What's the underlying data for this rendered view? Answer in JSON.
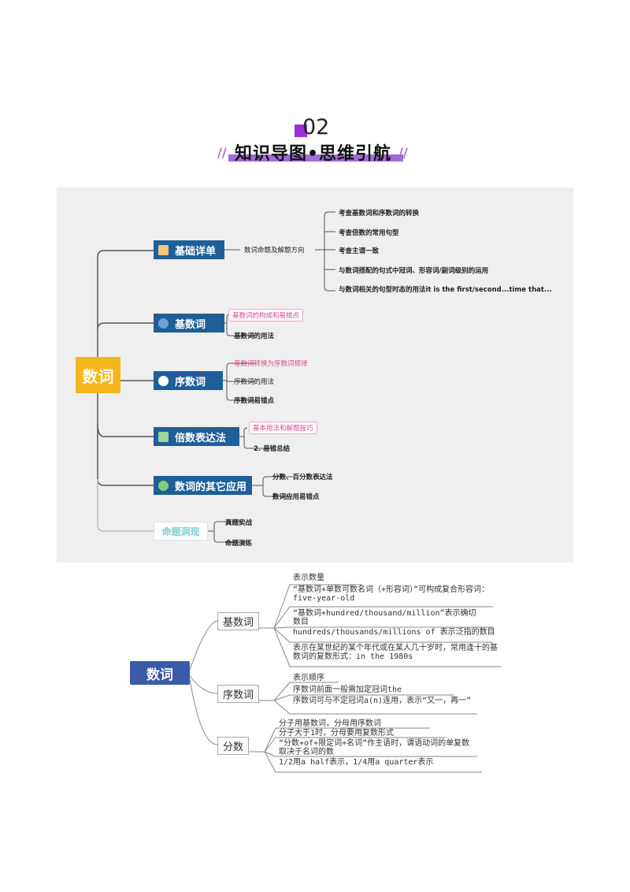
{
  "header": {
    "section_number": "02",
    "section_title": "知识导图•思维引航"
  },
  "map1": {
    "root": "数词",
    "branches": [
      {
        "label": "基础详单",
        "sub": "数词命题及解题方向",
        "leaves": [
          "考查基数词和序数词的转换",
          "考查倍数的常用句型",
          "考查主谓一致",
          "与数词搭配的句式中冠词、形容词/副词级别的运用",
          "与数词相关的句型时态的用法it is the first/second...time that..."
        ]
      },
      {
        "label": "基数词",
        "leaves": [
          "基数词的构成和易错点",
          "基数词的用法"
        ]
      },
      {
        "label": "序数词",
        "leaves": [
          "基数词转换为序数词规律",
          "序数词的用法",
          "序数词易错点"
        ]
      },
      {
        "label": "倍数表达法",
        "leaves": [
          "基本用法和解题技巧",
          "2. 易错总结"
        ]
      },
      {
        "label": "数词的其它应用",
        "leaves": [
          "分数、百分数表达法",
          "数词应用易错点"
        ]
      },
      {
        "label": "命题洞现",
        "leaves": [
          "真题实战",
          "命题演练"
        ]
      }
    ]
  },
  "map2": {
    "root": "数词",
    "branches": [
      {
        "label": "基数词",
        "items": [
          "表示数量",
          "“基数词+单数可数名词（+形容词）”可构成复合形容词：five-year-old",
          "“基数词+hundred/thousand/million”表示确切数目",
          "hundreds/thousands/millions of 表示泛指的数目",
          "表示在某世纪的某个年代或在某人几十岁时，常用逢十的基数词的复数形式：in the 1980s"
        ]
      },
      {
        "label": "序数词",
        "items": [
          "表示顺序",
          "序数词前面一般需加定冠词the",
          "序数词可与不定冠词a(n)连用，表示“又一，再一”"
        ]
      },
      {
        "label": "分数",
        "items": [
          "分子用基数词，分母用序数词",
          "分子大于1时，分母要用复数形式",
          "“分数+of+限定词+名词”作主语时，谓语动词的单复数取决于名词的数",
          "1/2用a half表示，1/4用a quarter表示"
        ]
      }
    ]
  },
  "colors": {
    "accent_purple": "#9b30d9",
    "root_orange": "#f6b51c",
    "node_blue": "#1f5f98",
    "pink": "#e0458a",
    "root2_blue": "#3b5ba9"
  }
}
